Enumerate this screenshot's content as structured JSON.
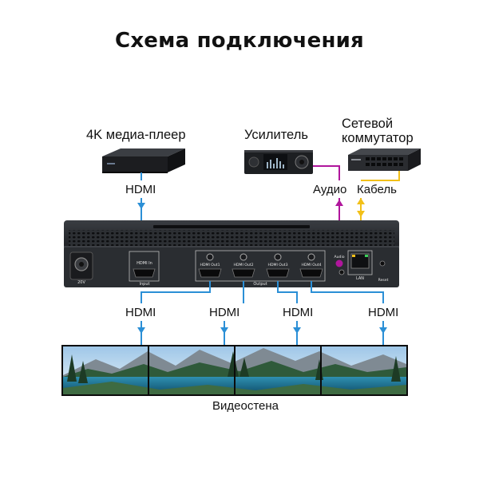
{
  "title": "Схема подключения",
  "devices": {
    "media_player": "4K медиа-плеер",
    "amplifier": "Усилитель",
    "switch_line1": "Сетевой",
    "switch_line2": "коммутатор",
    "video_wall": "Видеостена"
  },
  "connections": {
    "input_cable": "HDMI",
    "audio_cable": "Аудио",
    "lan_cable": "Кабель",
    "outputs": [
      "HDMI",
      "HDMI",
      "HDMI",
      "HDMI"
    ]
  },
  "device_panel": {
    "power": "20V",
    "hdmi_in": "HDMI In",
    "input_group": "Input",
    "outputs": [
      "HDMI Out1",
      "HDMI Out2",
      "HDMI Out3",
      "HDMI Out4"
    ],
    "output_group": "Output",
    "audio": "Audio",
    "lan": "LAN",
    "reset": "Reset"
  },
  "colors": {
    "hdmi_line": "#2b8fd6",
    "audio_line": "#b0169c",
    "lan_line": "#f2c018",
    "device_body": "#2a2d31"
  }
}
